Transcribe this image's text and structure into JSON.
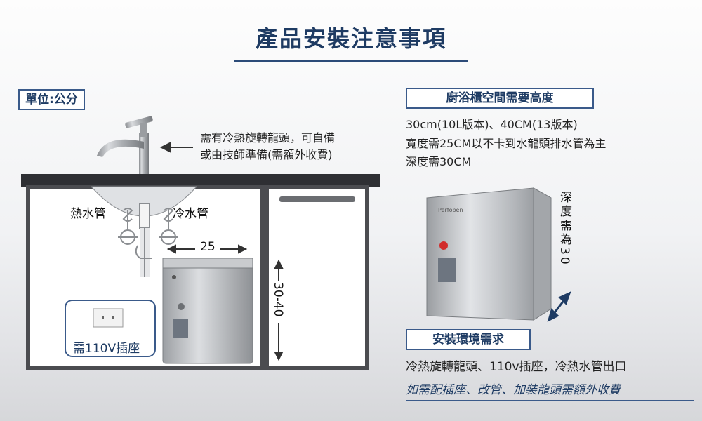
{
  "header": {
    "title": "產品安裝注意事項"
  },
  "unit_label": "單位:公分",
  "faucet_note": {
    "line1": "需有冷熱旋轉龍頭，可自備",
    "line2": "或由技師準備(需額外收費)"
  },
  "pipes": {
    "hot": "熱水管",
    "cold": "冷水管"
  },
  "dims": {
    "width": "25",
    "height": "30-40",
    "depth_vertical": "深度需為30"
  },
  "outlet_label": "需110V插座",
  "cabinet_section": {
    "title": "廚浴櫃空間需要高度",
    "line1": "30cm(10L版本)、40CM(13版本)",
    "line2": "寬度需25CM以不卡到水龍頭排水管為主",
    "line3": "深度需30CM"
  },
  "env_section": {
    "title": "安裝環境需求",
    "line1": "冷熱旋轉龍頭、110v插座，冷熱水管出口",
    "line2": "如需配插座、改管、加裝龍頭需額外收費"
  },
  "colors": {
    "accent": "#1e3b63",
    "box_border": "#3a5a8a"
  }
}
